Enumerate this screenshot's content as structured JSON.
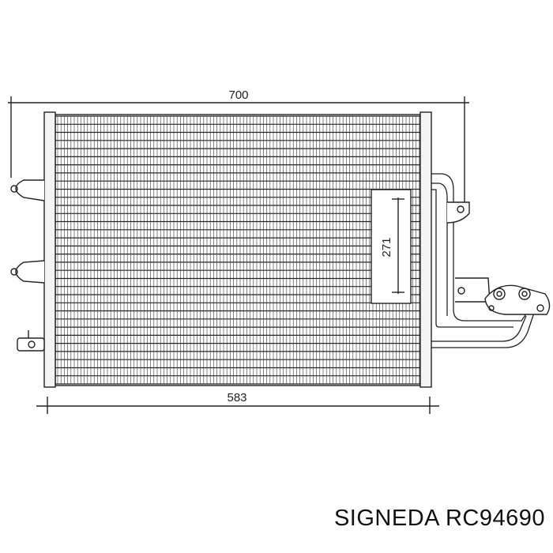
{
  "diagram": {
    "dimensions": {
      "overall_width": "700",
      "core_width": "583",
      "core_height": "271"
    },
    "core_tube_rows": 33
  },
  "caption": {
    "brand": "SIGNEDA",
    "part_number": "RC94690"
  }
}
